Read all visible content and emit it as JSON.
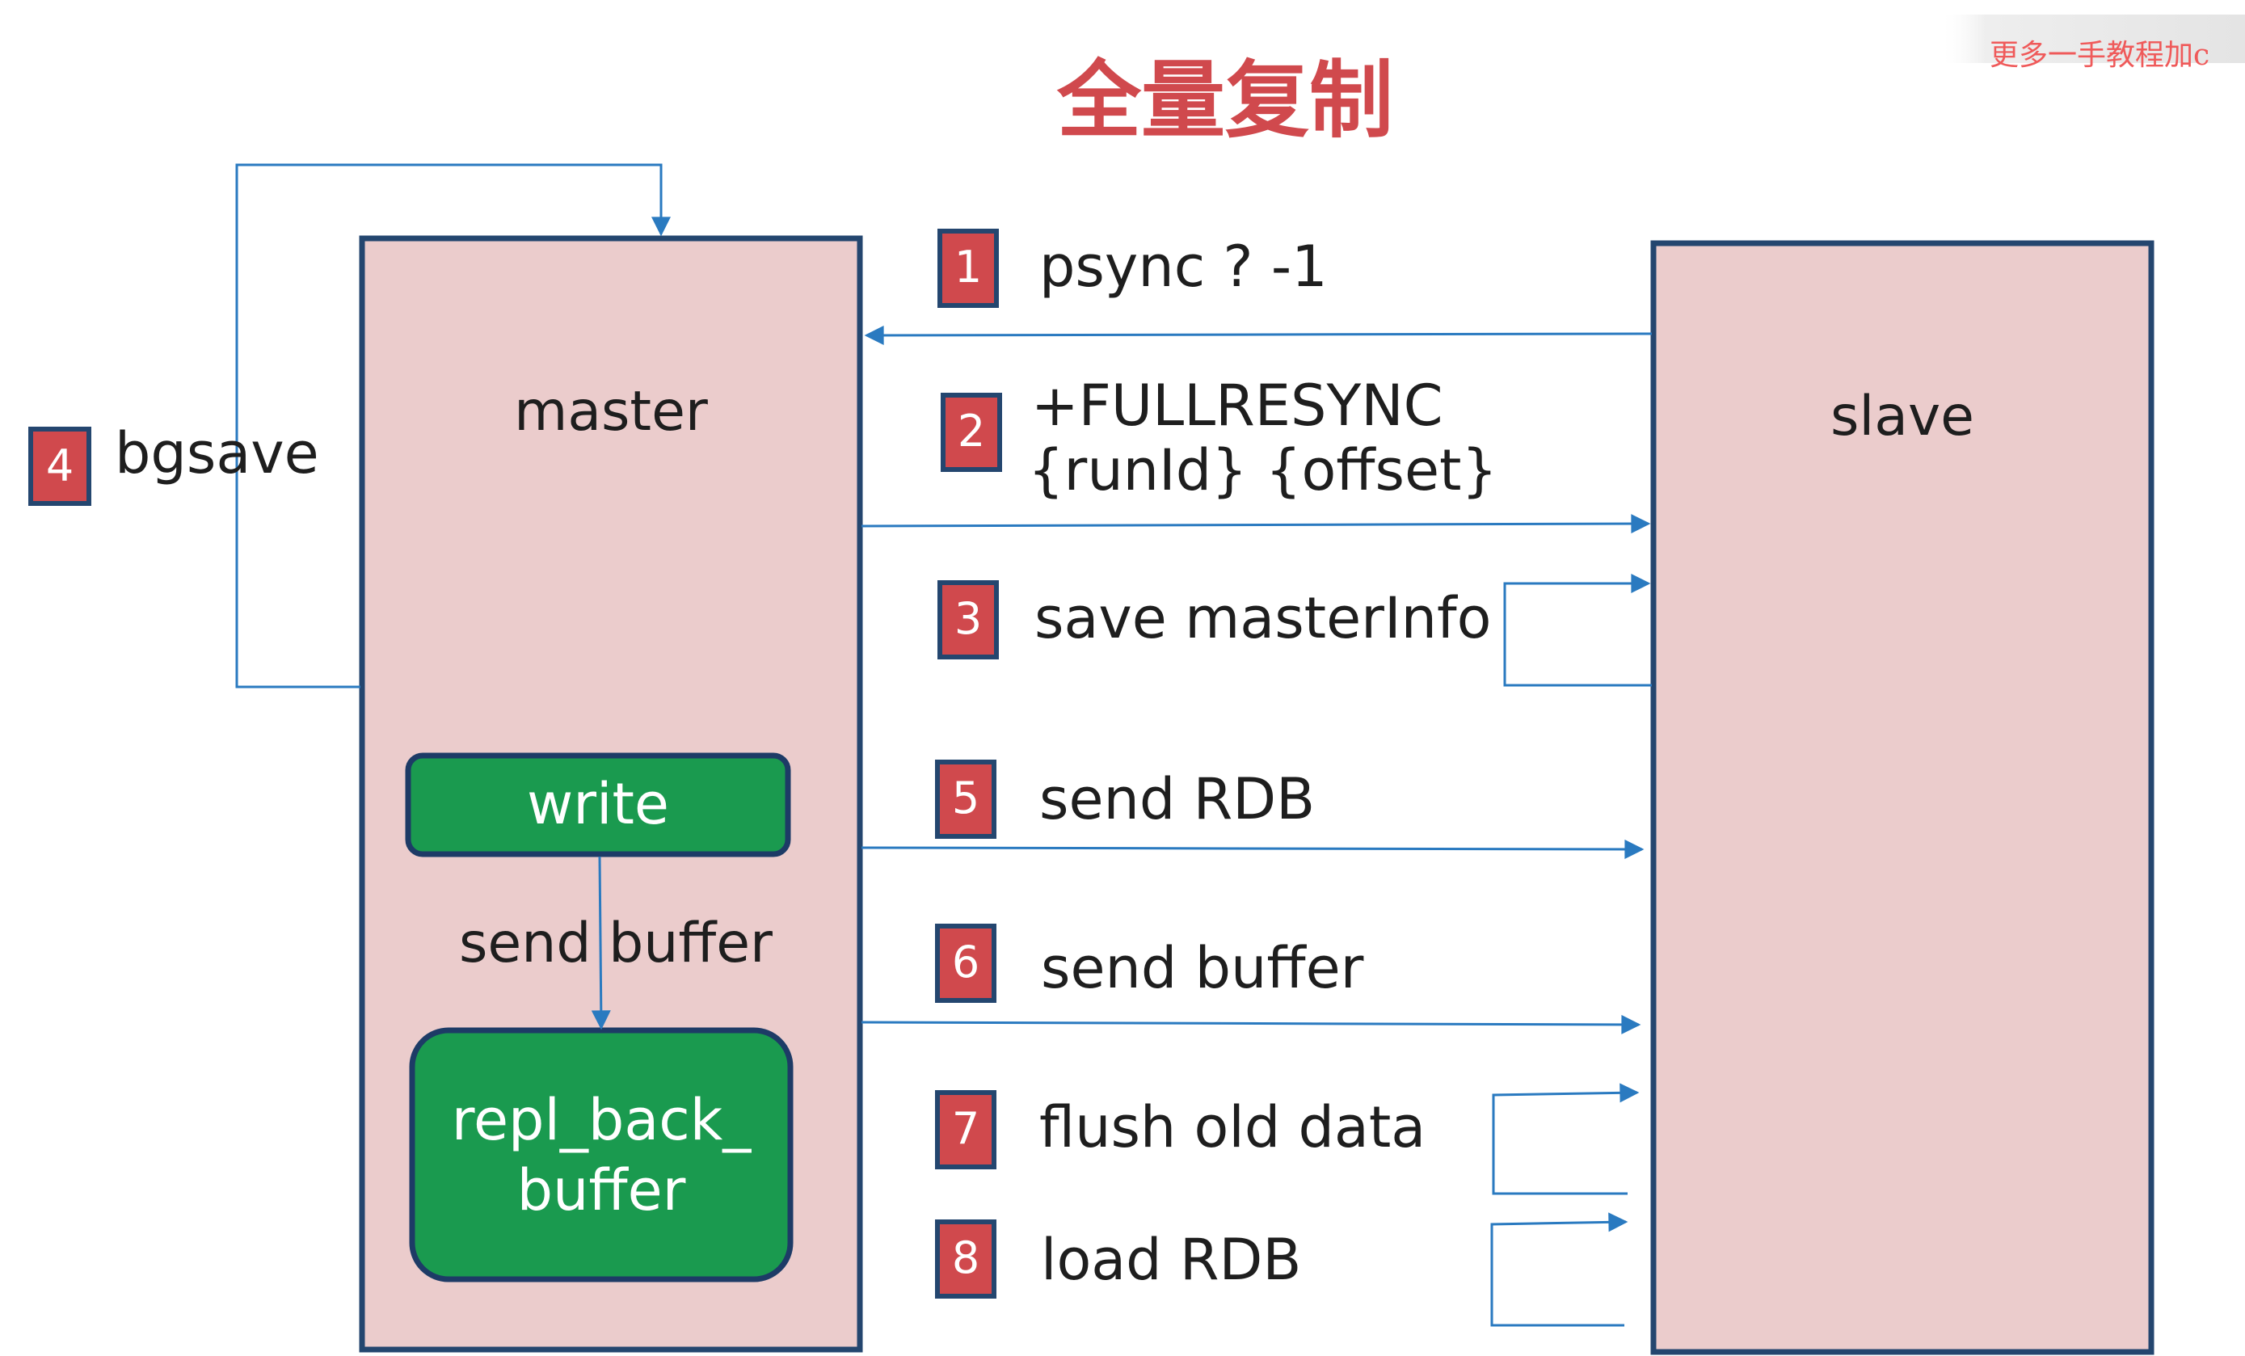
{
  "title": "全量复制",
  "watermark": "更多一手教程加c",
  "nodes": {
    "master": "master",
    "slave": "slave",
    "write": "write",
    "buffer_line1": "repl_back_",
    "buffer_line2": "buffer",
    "internal_label": "send buffer"
  },
  "steps": [
    {
      "num": "1",
      "line1": "psync ? -1",
      "line2": ""
    },
    {
      "num": "2",
      "line1": "+FULLRESYNC",
      "line2": "{runId} {offset}"
    },
    {
      "num": "3",
      "line1": "save masterInfo",
      "line2": ""
    },
    {
      "num": "4",
      "line1": "bgsave",
      "line2": ""
    },
    {
      "num": "5",
      "line1": "send RDB",
      "line2": ""
    },
    {
      "num": "6",
      "line1": "send buffer",
      "line2": ""
    },
    {
      "num": "7",
      "line1": "flush old data",
      "line2": ""
    },
    {
      "num": "8",
      "line1": "load RDB",
      "line2": ""
    }
  ],
  "colors": {
    "box_fill": "#ebcccc",
    "box_stroke": "#24466f",
    "green_fill": "#1a9a4f",
    "green_stroke": "#1d3b66",
    "badge_fill": "#d0494d",
    "badge_stroke": "#24466f",
    "arrow": "#2a7ac0",
    "title": "#d0494d"
  }
}
